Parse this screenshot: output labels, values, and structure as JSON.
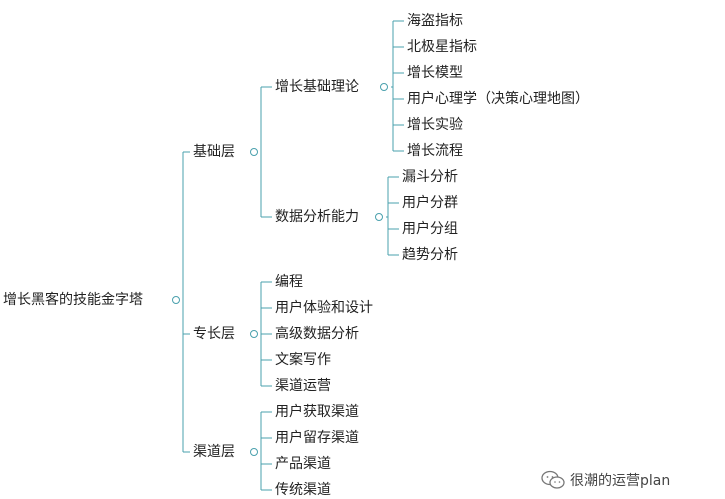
{
  "mindmap": {
    "root": {
      "label": "增长黑客的技能金字塔"
    },
    "branches": [
      {
        "label": "基础层",
        "children": [
          {
            "label": "增长基础理论",
            "children": [
              {
                "label": "海盗指标"
              },
              {
                "label": "北极星指标"
              },
              {
                "label": "增长模型"
              },
              {
                "label": "用户心理学（决策心理地图）"
              },
              {
                "label": "增长实验"
              },
              {
                "label": "增长流程"
              }
            ]
          },
          {
            "label": "数据分析能力",
            "children": [
              {
                "label": "漏斗分析"
              },
              {
                "label": "用户分群"
              },
              {
                "label": "用户分组"
              },
              {
                "label": "趋势分析"
              }
            ]
          }
        ]
      },
      {
        "label": "专长层",
        "children": [
          {
            "label": "编程"
          },
          {
            "label": "用户体验和设计"
          },
          {
            "label": "高级数据分析"
          },
          {
            "label": "文案写作"
          },
          {
            "label": "渠道运营"
          }
        ]
      },
      {
        "label": "渠道层",
        "children": [
          {
            "label": "用户获取渠道"
          },
          {
            "label": "用户留存渠道"
          },
          {
            "label": "产品渠道"
          },
          {
            "label": "传统渠道"
          }
        ]
      }
    ]
  },
  "watermark": {
    "text": "很潮的运营plan",
    "icon": "wechat-icon"
  },
  "colors": {
    "connector": "#4aa0ad",
    "text": "#222222",
    "background": "#ffffff"
  }
}
